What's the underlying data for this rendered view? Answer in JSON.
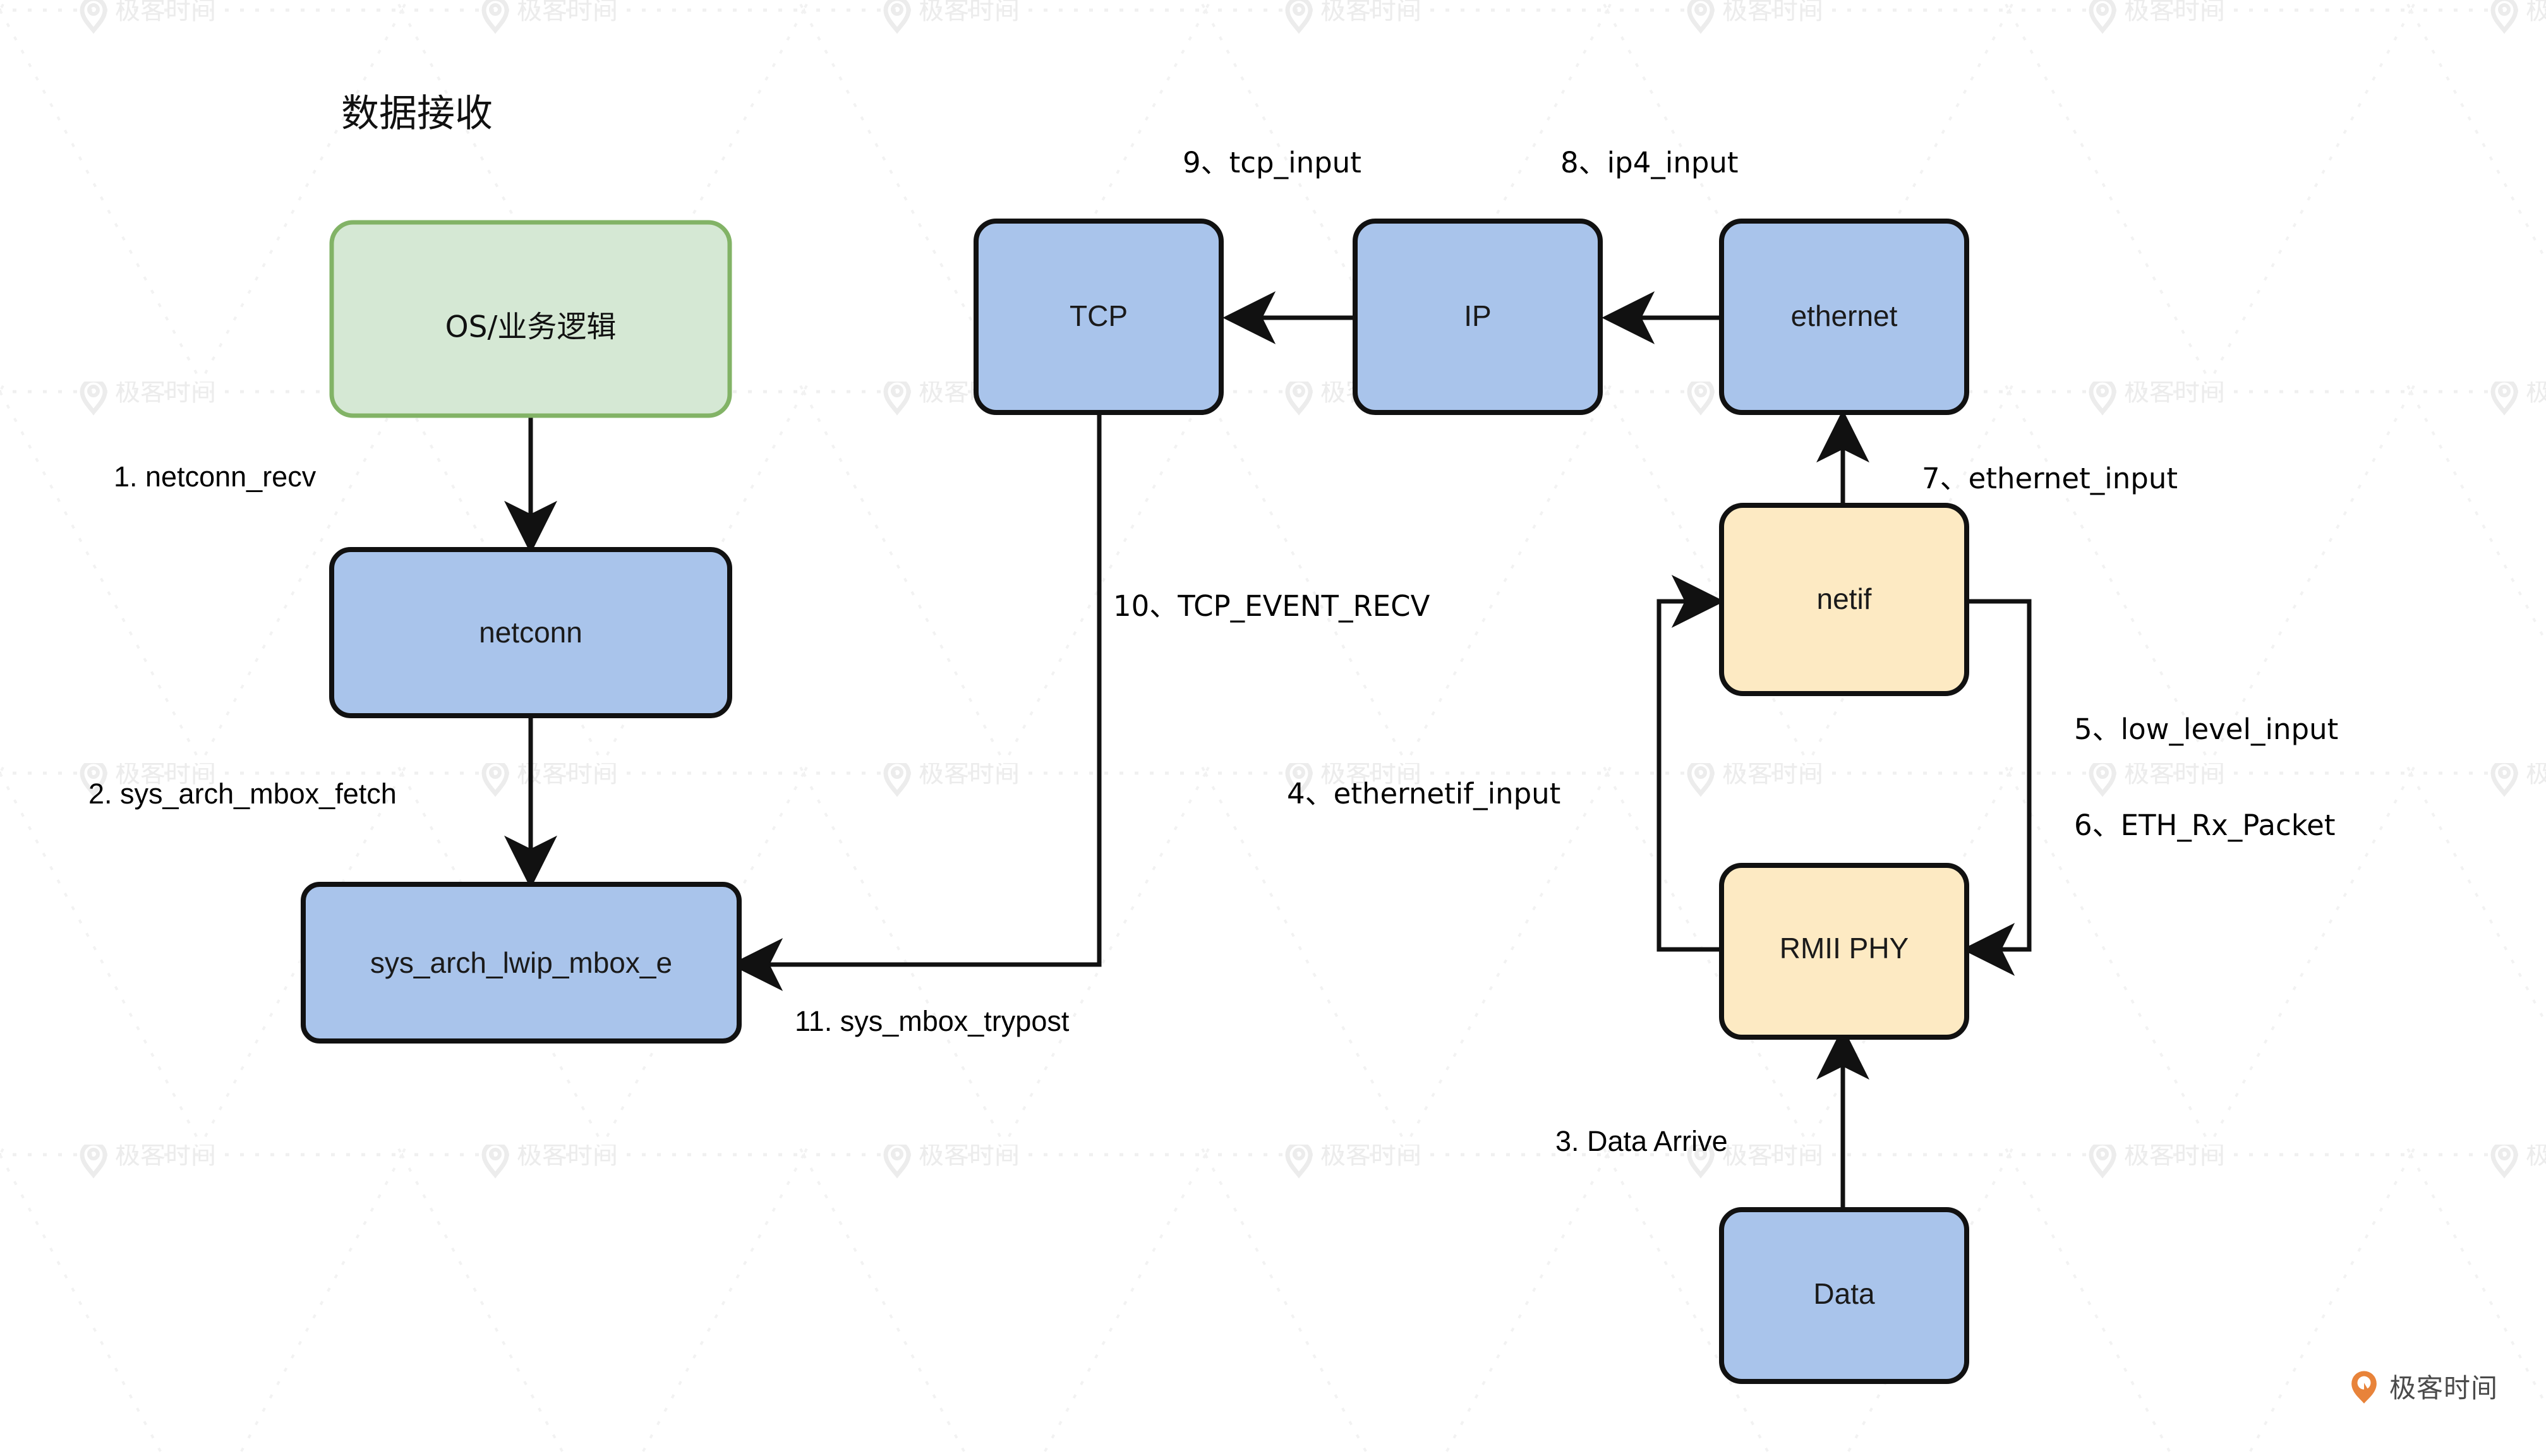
{
  "diagram": {
    "title": "数据接收",
    "brand": {
      "name": "极客时间",
      "logo_icon": "geekbang-pin-icon",
      "logo_color": "#e8833a"
    },
    "watermark_text": "极客时间",
    "colors": {
      "blue_fill": "#a9c4eb",
      "blue_stroke": "#111111",
      "green_fill": "#d5e8d4",
      "green_stroke": "#82b366",
      "yellow_fill": "#fdeaC3",
      "yellow_stroke": "#111111",
      "edge": "#111111"
    },
    "nodes": [
      {
        "id": "os",
        "label": "OS/业务逻辑",
        "style": "green",
        "cjk": true
      },
      {
        "id": "netconn",
        "label": "netconn",
        "style": "blue",
        "cjk": false
      },
      {
        "id": "mbox",
        "label": "sys_arch_lwip_mbox_e",
        "style": "blue",
        "cjk": false
      },
      {
        "id": "tcp",
        "label": "TCP",
        "style": "blue",
        "cjk": false
      },
      {
        "id": "ip",
        "label": "IP",
        "style": "blue",
        "cjk": false
      },
      {
        "id": "ethernet",
        "label": "ethernet",
        "style": "blue",
        "cjk": false
      },
      {
        "id": "netif",
        "label": "netif",
        "style": "yellow",
        "cjk": false
      },
      {
        "id": "rmii",
        "label": "RMII PHY",
        "style": "yellow",
        "cjk": false
      },
      {
        "id": "data",
        "label": "Data",
        "style": "blue",
        "cjk": false
      }
    ],
    "edges": [
      {
        "step": "1",
        "label": "1. netconn_recv",
        "from": "os",
        "to": "netconn"
      },
      {
        "step": "2",
        "label": "2. sys_arch_mbox_fetch",
        "from": "netconn",
        "to": "mbox"
      },
      {
        "step": "3",
        "label": "3. Data Arrive",
        "from": "data",
        "to": "rmii"
      },
      {
        "step": "4",
        "label": "4、ethernetif_input",
        "from": "rmii",
        "to": "netif"
      },
      {
        "step": "5",
        "label": "5、low_level_input",
        "from": "netif",
        "to": "rmii"
      },
      {
        "step": "6",
        "label": "6、ETH_Rx_Packet",
        "from": "netif",
        "to": "rmii"
      },
      {
        "step": "7",
        "label": "7、ethernet_input",
        "from": "netif",
        "to": "ethernet"
      },
      {
        "step": "8",
        "label": "8、ip4_input",
        "from": "ethernet",
        "to": "ip"
      },
      {
        "step": "9",
        "label": "9、tcp_input",
        "from": "ip",
        "to": "tcp"
      },
      {
        "step": "10",
        "label": "10、TCP_EVENT_RECV",
        "from": "tcp",
        "to": "mbox"
      },
      {
        "step": "11",
        "label": "11. sys_mbox_trypost",
        "from": "tcp",
        "to": "mbox"
      }
    ]
  }
}
